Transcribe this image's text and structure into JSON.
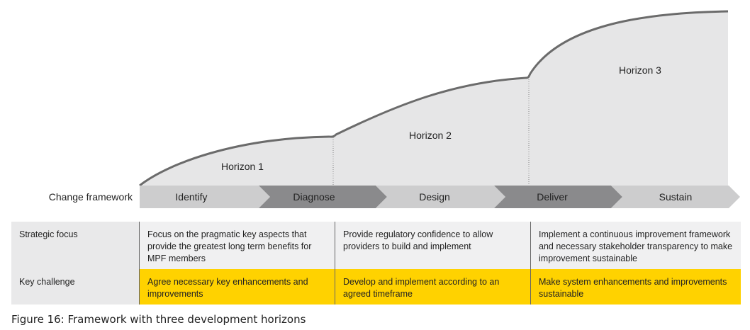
{
  "diagram": {
    "horizons": [
      {
        "label": "Horizon 1"
      },
      {
        "label": "Horizon 2"
      },
      {
        "label": "Horizon 3"
      }
    ],
    "framework_label": "Change framework",
    "steps": [
      "Identify",
      "Diagnose",
      "Design",
      "Deliver",
      "Sustain"
    ],
    "colors": {
      "hill_fill": "#e6e6e7",
      "hill_stroke": "#6b6b6b",
      "arrow_light": "#cdcdce",
      "arrow_dark": "#8a8a8c",
      "key_challenge_bg": "#ffd200"
    }
  },
  "table": {
    "rows": [
      {
        "header": "Strategic focus",
        "cells": [
          "Focus on the pragmatic key aspects that provide the greatest long term benefits for MPF members",
          "Provide regulatory confidence to allow providers to build and implement",
          "Implement a continuous improvement framework and necessary stakeholder transparency to make improvement sustainable"
        ]
      },
      {
        "header": "Key challenge",
        "cells": [
          "Agree necessary key enhancements and improvements",
          "Develop and implement according to an agreed timeframe",
          "Make system enhancements and improvements sustainable"
        ]
      }
    ]
  },
  "caption": "Figure 16: Framework with three development horizons"
}
